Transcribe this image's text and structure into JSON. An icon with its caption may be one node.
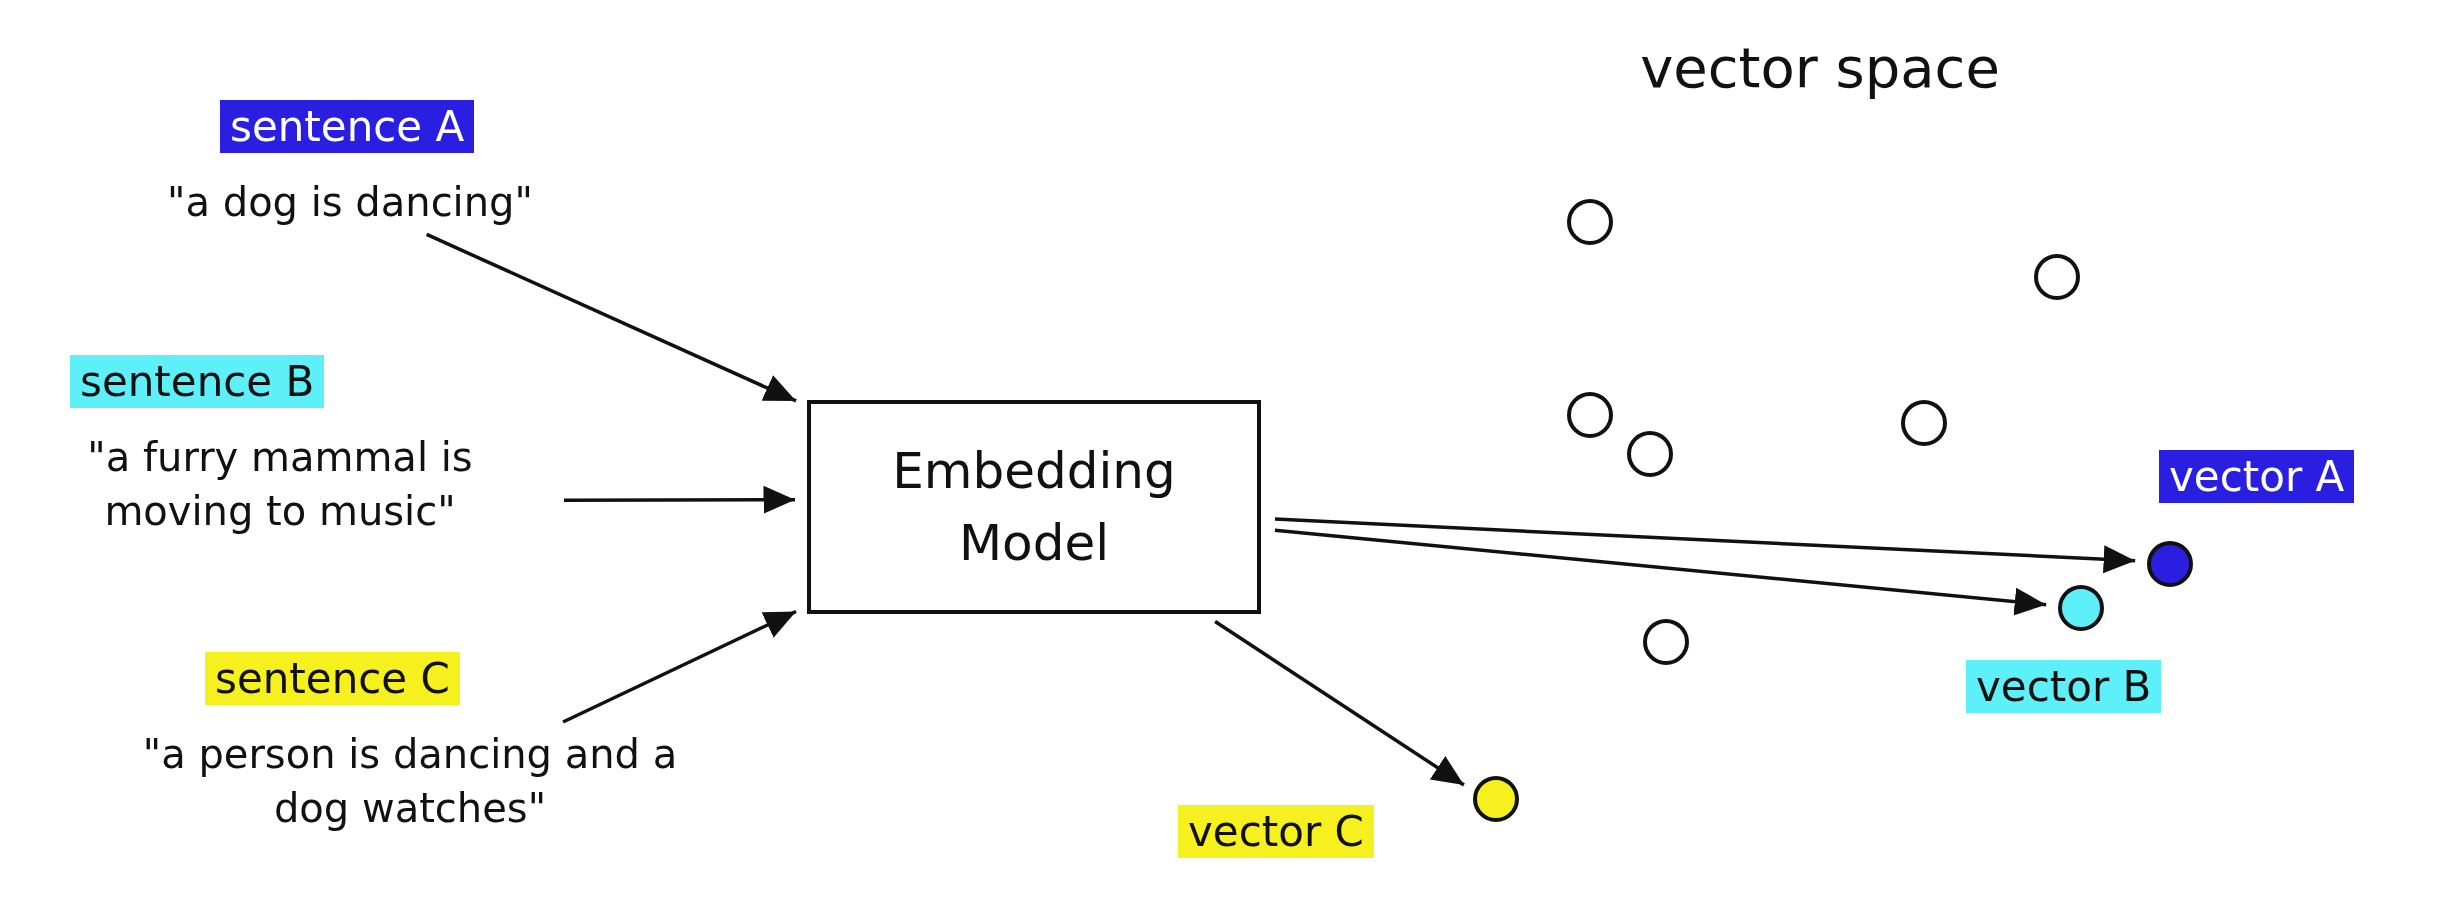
{
  "diagram": {
    "title": "vector space",
    "nodes": [
      {
        "text": [
          "sentence A",
          "\"a dog is dancing\""
        ]
      },
      {
        "text": [
          "sentence B",
          "\"a furry mammal is moving to music\""
        ]
      },
      {
        "text": [
          "sentence C",
          "\"a person is dancing and a dog watches\""
        ]
      },
      {
        "text": [
          "Embedding Model"
        ]
      },
      {
        "text": [],
        "shape": "circle"
      },
      {
        "text": [],
        "shape": "circle"
      },
      {
        "text": [],
        "shape": "circle"
      },
      {
        "text": [],
        "shape": "circle"
      },
      {
        "text": [],
        "shape": "circle"
      },
      {
        "text": [],
        "shape": "circle"
      },
      {
        "text": [],
        "shape": "circle",
        "beside": [
          "vector A"
        ]
      },
      {
        "text": [],
        "shape": "circle",
        "beside": [
          "vector B"
        ]
      },
      {
        "text": [],
        "shape": "circle",
        "beside": [
          "vector C"
        ]
      }
    ],
    "edges": [
      {
        "from": 0,
        "to": 3,
        "arrow": "to"
      },
      {
        "from": 1,
        "to": 3,
        "arrow": "to"
      },
      {
        "from": 2,
        "to": 3,
        "arrow": "to"
      },
      {
        "from": 3,
        "to": 10,
        "arrow": "to"
      },
      {
        "from": 3,
        "to": 11,
        "arrow": "to"
      },
      {
        "from": 3,
        "to": 12,
        "arrow": "to"
      }
    ]
  }
}
